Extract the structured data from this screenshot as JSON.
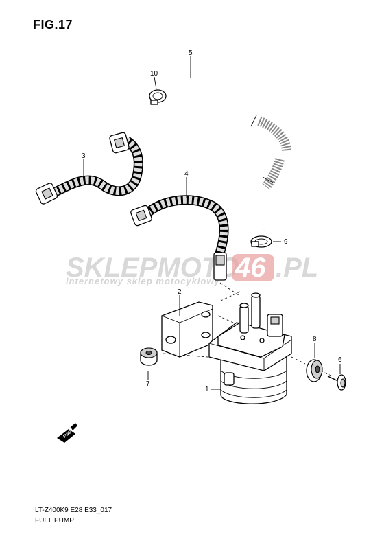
{
  "figure": {
    "title": "FIG.17",
    "model_code": "LT-Z400K9 E28 E33_017",
    "name": "FUEL PUMP"
  },
  "callouts": [
    {
      "id": "callout-1",
      "label": "1"
    },
    {
      "id": "callout-2",
      "label": "2"
    },
    {
      "id": "callout-3",
      "label": "3"
    },
    {
      "id": "callout-4",
      "label": "4"
    },
    {
      "id": "callout-5",
      "label": "5"
    },
    {
      "id": "callout-6",
      "label": "6"
    },
    {
      "id": "callout-7",
      "label": "7"
    },
    {
      "id": "callout-8",
      "label": "8"
    },
    {
      "id": "callout-9",
      "label": "9"
    },
    {
      "id": "callout-10",
      "label": "10"
    }
  ],
  "watermark": {
    "brand_left": "SKLEPMOTO",
    "brand_badge": "46",
    "brand_right": ".PL",
    "tagline": "internetowy sklep motocyklowy",
    "badge_color": "#e08a8a"
  },
  "forward_arrow_label": "FWD"
}
